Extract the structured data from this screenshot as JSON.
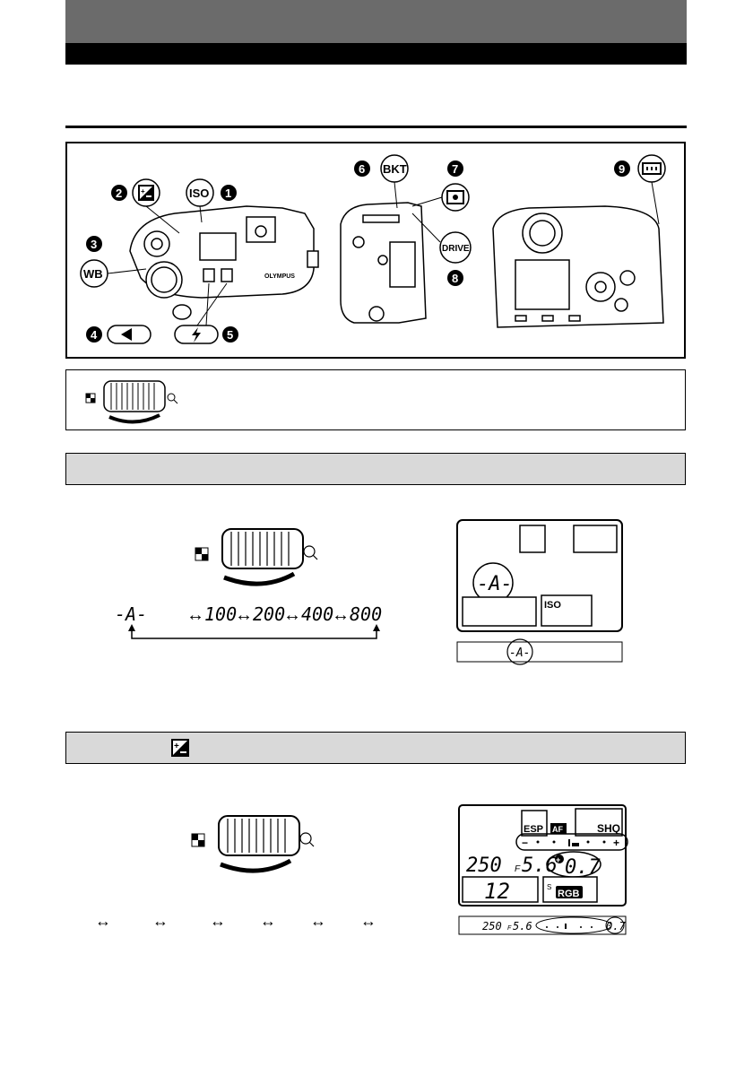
{
  "camera_labels": {
    "callouts": [
      "1",
      "2",
      "3",
      "4",
      "5",
      "6",
      "7",
      "8",
      "9"
    ],
    "iso": "ISO",
    "wb": "WB",
    "bkt": "BKT",
    "drive": "DRIVE",
    "brand": "OLYMPUS"
  },
  "iso_section": {
    "sequence": [
      "-A-",
      "100",
      "200",
      "400",
      "800"
    ],
    "panel_auto": "-A-",
    "panel_iso": "ISO",
    "viewfinder_auto": "-A-"
  },
  "exposure_section": {
    "panel": {
      "esp": "ESP",
      "af": "AF",
      "shq": "SHQ",
      "scale_minus": "−",
      "scale_plus": "+",
      "shutter": "250",
      "f_label": "F",
      "aperture": "5.6",
      "comp_sign": "+",
      "comp": "0.7",
      "frames": "12",
      "rgb_s": "S",
      "rgb": "RGB"
    },
    "viewfinder": {
      "shutter": "250",
      "f_label": "F",
      "aperture": "5.6",
      "comp": "0.7"
    }
  }
}
